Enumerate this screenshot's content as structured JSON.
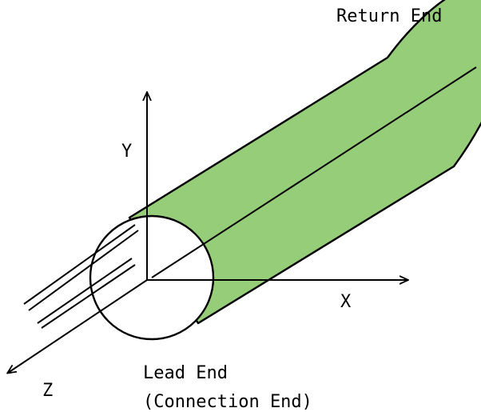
{
  "labels": {
    "return_end": "Return End",
    "y_axis": "Y",
    "x_axis": "X",
    "z_axis": "Z",
    "lead_end": "Lead End",
    "connection_end": "(Connection End)"
  },
  "colors": {
    "cylinder_fill": "#96cd78",
    "end_cap_fill": "#ffffff",
    "stroke": "#000000"
  }
}
